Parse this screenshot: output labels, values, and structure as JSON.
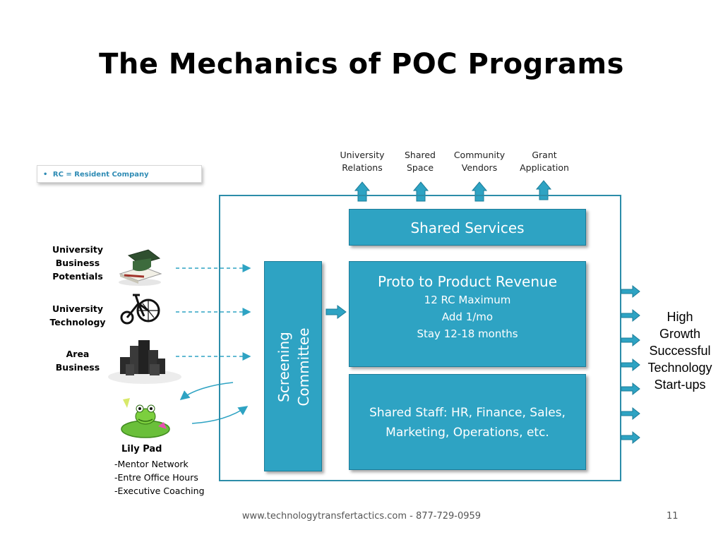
{
  "title": "The Mechanics of POC Programs",
  "note": "RC = Resident Company",
  "note_bullet": "•",
  "top_services": [
    {
      "line1": "University",
      "line2": "Relations"
    },
    {
      "line1": "Shared",
      "line2": "Space"
    },
    {
      "line1": "Community",
      "line2": "Vendors"
    },
    {
      "line1": "Grant",
      "line2": "Application"
    }
  ],
  "shared_services": "Shared Services",
  "proto": {
    "title": "Proto to Product Revenue",
    "lines": [
      "12 RC Maximum",
      "Add 1/mo",
      "Stay 12-18 months"
    ]
  },
  "shared_staff": {
    "line1": "Shared Staff:  HR, Finance, Sales,",
    "line2": "Marketing, Operations, etc."
  },
  "screening": {
    "line1": "Screening",
    "line2": "Committee"
  },
  "inputs": [
    {
      "line1": "University",
      "line2": "Business",
      "line3": "Potentials",
      "icon": "graduation-cap-book-icon"
    },
    {
      "line1": "University",
      "line2": "Technology",
      "icon": "tricycle-icon"
    },
    {
      "line1": "Area",
      "line2": "Business",
      "icon": "city-buildings-icon"
    }
  ],
  "lily_pad": {
    "title": "Lily Pad",
    "items": [
      "-Mentor Network",
      "-Entre Office Hours",
      "-Executive Coaching"
    ],
    "icon": "frog-lily-pad-icon"
  },
  "outcome": {
    "lines": [
      "High",
      "Growth",
      "Successful",
      "Technology",
      "Start-ups"
    ]
  },
  "footer": "www.technologytransfertactics.com - 877-729-0959",
  "page_number": "11",
  "colors": {
    "teal": "#2ea3c3",
    "frame": "#2c8da9",
    "note_text": "#2e8bb4"
  }
}
